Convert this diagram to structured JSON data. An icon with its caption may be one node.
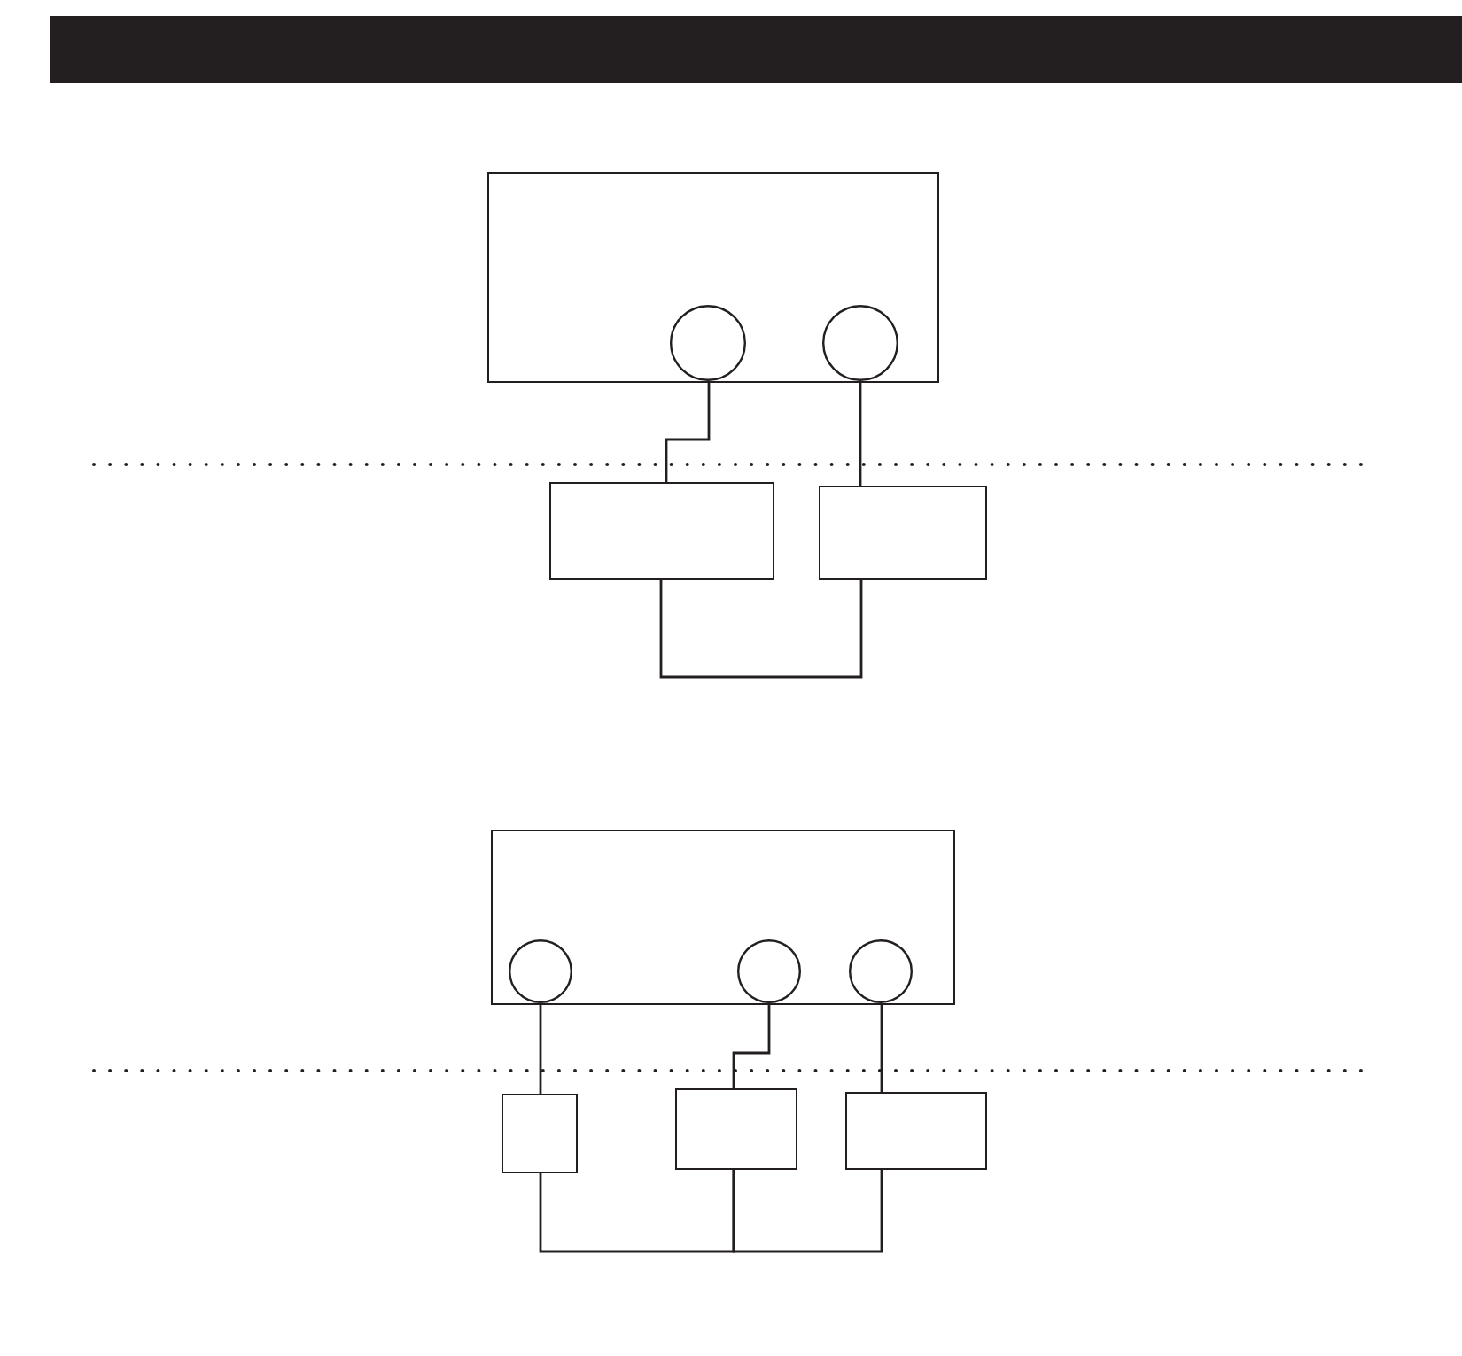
{
  "diagram": {
    "nodes": [
      {
        "text": [],
        "shape": "box"
      },
      {
        "text": [],
        "shape": "circle",
        "in": 0
      },
      {
        "text": [],
        "shape": "circle",
        "in": 0
      },
      {
        "text": [],
        "shape": "box"
      },
      {
        "text": [],
        "shape": "box"
      },
      {
        "text": [],
        "shape": "box"
      },
      {
        "text": [],
        "shape": "circle",
        "in": 5
      },
      {
        "text": [],
        "shape": "circle",
        "in": 5
      },
      {
        "text": [],
        "shape": "circle",
        "in": 5
      },
      {
        "text": [],
        "shape": "box"
      },
      {
        "text": [],
        "shape": "box"
      },
      {
        "text": [],
        "shape": "box"
      }
    ],
    "edges": [
      {
        "from": 1,
        "to": 3,
        "arrow": "none"
      },
      {
        "from": 2,
        "to": 4,
        "arrow": "none"
      },
      {
        "from": 3,
        "to": 4,
        "arrow": "none"
      },
      {
        "from": 6,
        "to": 9,
        "arrow": "none"
      },
      {
        "from": 7,
        "to": 10,
        "arrow": "none"
      },
      {
        "from": 8,
        "to": 11,
        "arrow": "none"
      },
      {
        "from": 9,
        "to": 10,
        "arrow": "none"
      },
      {
        "from": 10,
        "to": 11,
        "arrow": "none"
      }
    ]
  }
}
